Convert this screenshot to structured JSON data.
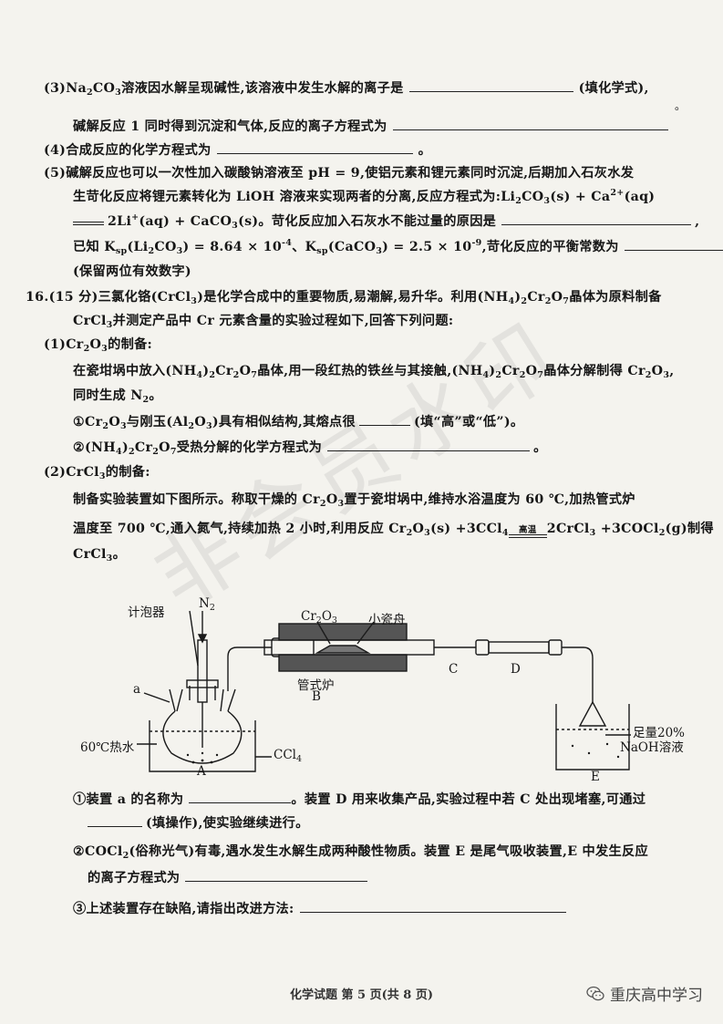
{
  "watermark": "非会员水印",
  "q15": {
    "p3_l1_pre": "(3)Na",
    "p3_l1_mid": "CO",
    "p3_l1_text": "溶液因水解呈现碱性,该溶液中发生水解的离子是",
    "p3_l1_hint": "(填化学式),",
    "p3_l2": "碱解反应 1 同时得到沉淀和气体,反应的离子方程式为",
    "p4": "(4)合成反应的化学方程式为",
    "p5_l1": "(5)碱解反应也可以一次性加入碳酸钠溶液至 pH = 9,使铝元素和锂元素同时沉淀,后期加入石灰水发",
    "p5_l2": "生苛化反应将锂元素转化为 LiOH 溶液来实现两者的分离,反应方程式为:Li",
    "p5_l2b": "CO",
    "p5_l2c": "(s) + Ca",
    "p5_l2d": "(aq)",
    "p5_l3a": "2Li",
    "p5_l3b": "(aq) + CaCO",
    "p5_l3c": "(s)。苛化反应加入石灰水不能过量的原因是",
    "p5_l4a": "已知 K",
    "p5_l4b": "(Li",
    "p5_l4c": "CO",
    "p5_l4d": ") = 8.64 × 10",
    "p5_l4e": "、K",
    "p5_l4f": "(CaCO",
    "p5_l4g": ") = 2.5 × 10",
    "p5_l4h": ",苛化反应的平衡常数为",
    "p5_l5": "(保留两位有效数字)"
  },
  "q16": {
    "l1a": "16.(15 分)三氯化铬(CrCl",
    "l1b": ")是化学合成中的重要物质,易潮解,易升华。利用(NH",
    "l1c": ")",
    "l1d": "Cr",
    "l1e": "O",
    "l1f": "晶体为原料制备",
    "l2a": "CrCl",
    "l2b": "并测定产品中 Cr 元素含量的实验过程如下,回答下列问题:",
    "s1_title_a": "(1)Cr",
    "s1_title_b": "O",
    "s1_title_c": "的制备:",
    "s1_l1a": "在瓷坩埚中放入(NH",
    "s1_l1b": ")",
    "s1_l1c": "Cr",
    "s1_l1d": "O",
    "s1_l1e": "晶体,用一段红热的铁丝与其接触,(NH",
    "s1_l1f": ")",
    "s1_l1g": "Cr",
    "s1_l1h": "O",
    "s1_l1i": "晶体分解制得 Cr",
    "s1_l1j": "O",
    "s1_l1k": ",",
    "s1_l2a": "同时生成 N",
    "s1_l2b": "。",
    "s1_q1a": "①Cr",
    "s1_q1b": "O",
    "s1_q1c": "与刚玉(Al",
    "s1_q1d": "O",
    "s1_q1e": ")具有相似结构,其熔点很",
    "s1_q1f": "(填“高”或“低”)。",
    "s1_q2a": "②(NH",
    "s1_q2b": ")",
    "s1_q2c": "Cr",
    "s1_q2d": "O",
    "s1_q2e": "受热分解的化学方程式为",
    "s1_q2f": "。",
    "s2_title_a": "(2)CrCl",
    "s2_title_b": "的制备:",
    "s2_l1a": "制备实验装置如下图所示。称取干燥的 Cr",
    "s2_l1b": "O",
    "s2_l1c": "置于瓷坩埚中,维持水浴温度为 60 ℃,加热管式炉",
    "s2_l2a": "温度至 700 ℃,通入氮气,持续加热 2 小时,利用反应 Cr",
    "s2_l2b": "O",
    "s2_l2c": "(s) +3CCl",
    "s2_cond": "高温",
    "s2_l2d": "2CrCl",
    "s2_l2e": " +3COCl",
    "s2_l2f": "(g)制得",
    "s2_l3a": "CrCl",
    "s2_l3b": "。",
    "q_a1": "①装置 a 的名称为",
    "q_a2": "。装置 D 用来收集产品,实验过程中若 C 处出现堵塞,可通过",
    "q_a3": "(填操作),使实验继续进行。",
    "q_b1": "②COCl",
    "q_b2": "(俗称光气)有毒,遇水发生水解生成两种酸性物质。装置 E 是尾气吸收装置,E 中发生反应",
    "q_b3": "的离子方程式为",
    "q_c1": "③上述装置存在缺陷,请指出改进方法:"
  },
  "diagram": {
    "n2": "N",
    "bubbler": "计泡器",
    "cr2o3": "Cr",
    "boat": "小瓷舟",
    "a": "a",
    "furnace": "管式炉",
    "B": "B",
    "C": "C",
    "D": "D",
    "bath": "60℃热水",
    "A": "A",
    "ccl4": "CCl",
    "naoh1": "足量20%",
    "naoh2": "NaOH溶液",
    "E": "E"
  },
  "footer": "化学试题  第 5 页(共 8 页)",
  "brand": "重庆高中学习",
  "sub_nums": {
    "two": "2",
    "three": "3",
    "four": "4",
    "sp": "sp",
    "plus": "+",
    "twoplus": "2+",
    "m4": "-4",
    "m9": "-9",
    "seven": "7"
  }
}
